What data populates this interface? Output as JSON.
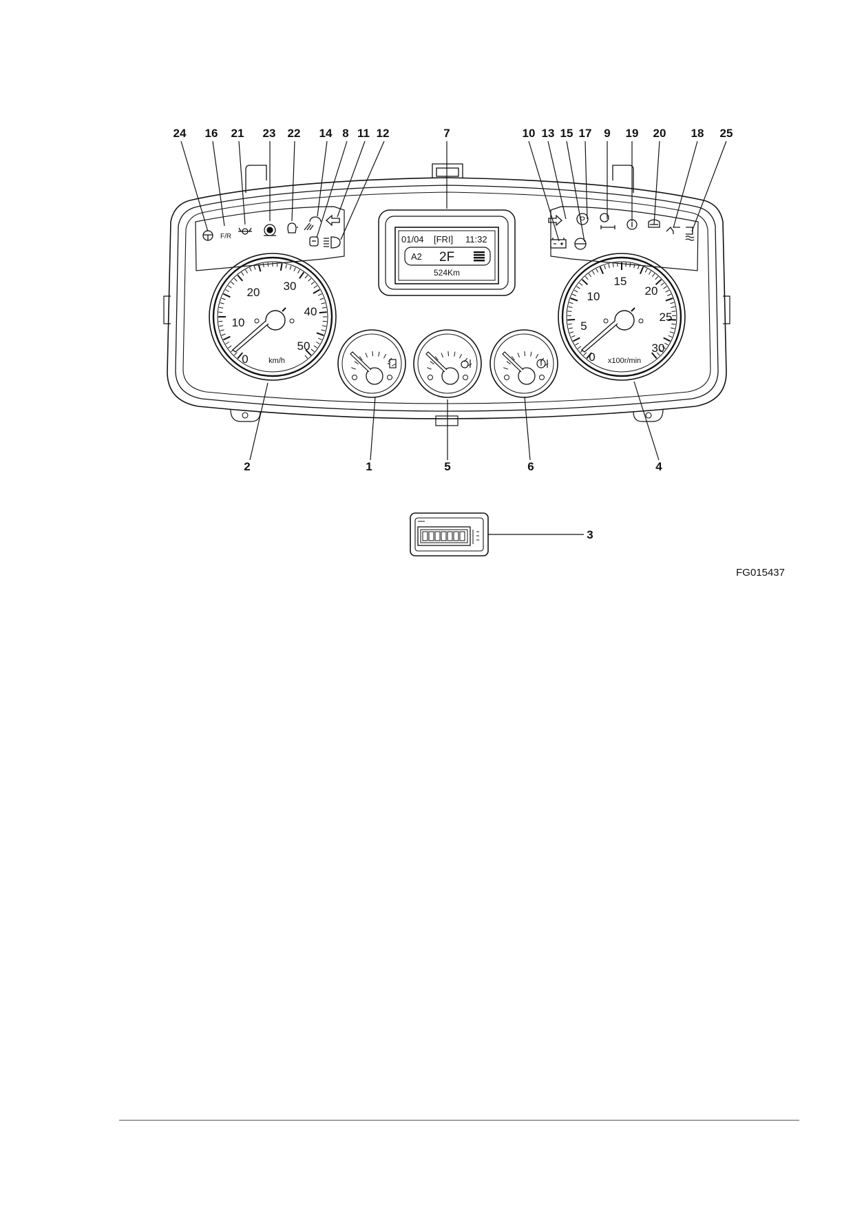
{
  "figure": {
    "code": "FG015437",
    "callouts_top": [
      "24",
      "16",
      "21",
      "23",
      "22",
      "14",
      "8",
      "11",
      "12",
      "7",
      "10",
      "13",
      "15",
      "17",
      "9",
      "19",
      "20",
      "18",
      "25"
    ],
    "callouts_bottom": [
      "2",
      "1",
      "5",
      "6",
      "4"
    ],
    "callout_hourmeter": "3"
  },
  "lcd": {
    "date": "01/04",
    "day": "[FRI]",
    "time": "11:32",
    "mode": "A2",
    "gear": "2F",
    "distance": "524Km"
  },
  "speedometer": {
    "unit": "km/h",
    "ticks": [
      "0",
      "10",
      "20",
      "30",
      "40",
      "50"
    ]
  },
  "tachometer": {
    "unit": "x100r/min",
    "ticks": [
      "0",
      "5",
      "10",
      "15",
      "20",
      "25",
      "30"
    ]
  },
  "indicators": {
    "fr_label": "F/R"
  },
  "icons": [
    "steering-icon",
    "fr-indicator",
    "axle-icon",
    "brake-icon",
    "bulb-icon",
    "worklight-icon",
    "glowplug-icon",
    "turn-left-icon",
    "headlight-icon",
    "turn-right-icon",
    "battery-icon",
    "parking-icon",
    "transmission-icon",
    "seatbelt-icon",
    "info-icon",
    "oil-icon",
    "air-filter-icon",
    "coolant-icon",
    "fuel-icon",
    "transmission-temp-icon",
    "coolant-temp-icon"
  ]
}
